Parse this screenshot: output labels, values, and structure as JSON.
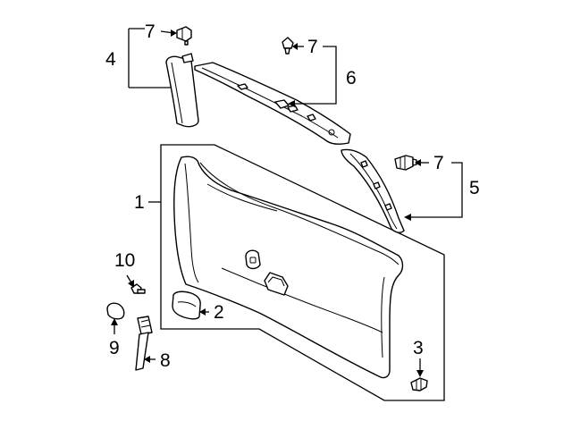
{
  "diagram": {
    "callouts": [
      {
        "id": "c1",
        "text": "1"
      },
      {
        "id": "c2",
        "text": "2"
      },
      {
        "id": "c3",
        "text": "3"
      },
      {
        "id": "c4",
        "text": "4"
      },
      {
        "id": "c5",
        "text": "5"
      },
      {
        "id": "c6",
        "text": "6"
      },
      {
        "id": "c7a",
        "text": "7"
      },
      {
        "id": "c7b",
        "text": "7"
      },
      {
        "id": "c7c",
        "text": "7"
      },
      {
        "id": "c8",
        "text": "8"
      },
      {
        "id": "c9",
        "text": "9"
      },
      {
        "id": "c10",
        "text": "10"
      }
    ]
  }
}
